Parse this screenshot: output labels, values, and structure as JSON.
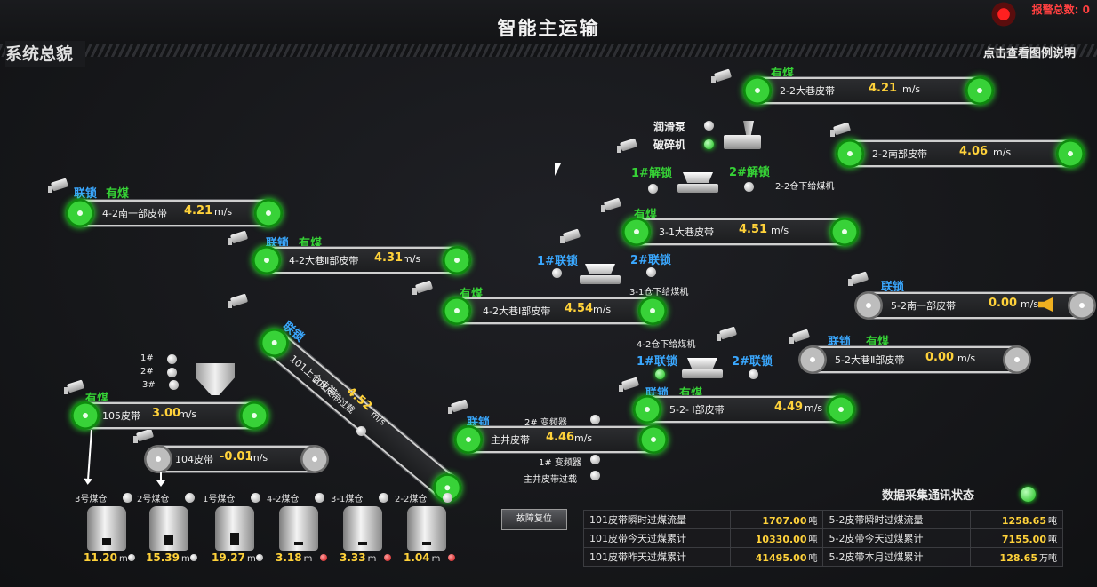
{
  "header": {
    "title": "智能主运输",
    "section": "系统总貌",
    "legend_link": "点击查看图例说明",
    "alarm_label": "报警总数: 0"
  },
  "status": {
    "locked": "联锁",
    "has_coal": "有煤",
    "unlock1": "1#解锁",
    "unlock2": "2#解锁",
    "lock1": "1#联锁",
    "lock2": "2#联锁"
  },
  "belts": {
    "b22big": {
      "name": "2-2大巷皮带",
      "speed": "4.21",
      "unit": "m/s"
    },
    "b22south": {
      "name": "2-2南部皮带",
      "speed": "4.06",
      "unit": "m/s"
    },
    "b42south": {
      "name": "4-2南一部皮带",
      "speed": "4.21",
      "unit": "m/s"
    },
    "b42big2": {
      "name": "4-2大巷Ⅱ部皮带",
      "speed": "4.31",
      "unit": "m/s"
    },
    "b31big": {
      "name": "3-1大巷皮带",
      "speed": "4.51",
      "unit": "m/s"
    },
    "b42big1": {
      "name": "4-2大巷Ⅰ部皮带",
      "speed": "4.54",
      "unit": "m/s"
    },
    "b52south": {
      "name": "5-2南一部皮带",
      "speed": "0.00",
      "unit": "m/s"
    },
    "b52big2": {
      "name": "5-2大巷Ⅱ部皮带",
      "speed": "0.00",
      "unit": "m/s"
    },
    "b52_1": {
      "name": "5-2- Ⅰ部皮带",
      "speed": "4.49",
      "unit": "m/s"
    },
    "bmain": {
      "name": "主井皮带",
      "speed": "4.46",
      "unit": "m/s"
    },
    "b105": {
      "name": "105皮带",
      "speed": "3.00",
      "unit": "m/s"
    },
    "b104": {
      "name": "104皮带",
      "speed": "-0.01",
      "unit": "m/s"
    },
    "b101": {
      "name": "101上仓皮带",
      "speed": "4.52",
      "unit": "m/s"
    }
  },
  "equipment": {
    "lube_pump": "润滑泵",
    "crusher": "破碎机",
    "feeder22": "2-2仓下给煤机",
    "feeder31": "3-1仓下给煤机",
    "feeder42": "4-2仓下给煤机",
    "hopper_1": "1#",
    "hopper_2": "2#",
    "hopper_3": "3#",
    "vfd2": "2# 变频器",
    "vfd1": "1# 变频器",
    "main_overload": "主井皮带过载",
    "b101_overload": "101皮带过载"
  },
  "silos": [
    {
      "name": "3号煤仓",
      "value": "11.20",
      "unit": "m",
      "level": 0.22,
      "alarm": false
    },
    {
      "name": "2号煤仓",
      "value": "15.39",
      "unit": "m",
      "level": 0.3,
      "alarm": false
    },
    {
      "name": "1号煤仓",
      "value": "19.27",
      "unit": "m",
      "level": 0.38,
      "alarm": false
    },
    {
      "name": "4-2煤仓",
      "value": "3.18",
      "unit": "m",
      "level": 0.08,
      "alarm": true
    },
    {
      "name": "3-1煤仓",
      "value": "3.33",
      "unit": "m",
      "level": 0.08,
      "alarm": true
    },
    {
      "name": "2-2煤仓",
      "value": "1.04",
      "unit": "m",
      "level": 0.03,
      "alarm": true
    }
  ],
  "controls": {
    "reset": "故障复位",
    "comm_status": "数据采集通讯状态"
  },
  "stats": [
    {
      "k1": "101皮带瞬时过煤流量",
      "v1": "1707.00",
      "u1": "吨",
      "k2": "5-2皮带瞬时过煤流量",
      "v2": "1258.65",
      "u2": "吨"
    },
    {
      "k1": "101皮带今天过煤累计",
      "v1": "10330.00",
      "u1": "吨",
      "k2": "5-2皮带今天过煤累计",
      "v2": "7155.00",
      "u2": "吨"
    },
    {
      "k1": "101皮带昨天过煤累计",
      "v1": "41495.00",
      "u1": "吨",
      "k2": "5-2皮带本月过煤累计",
      "v2": "128.65",
      "u2": "万吨"
    }
  ]
}
